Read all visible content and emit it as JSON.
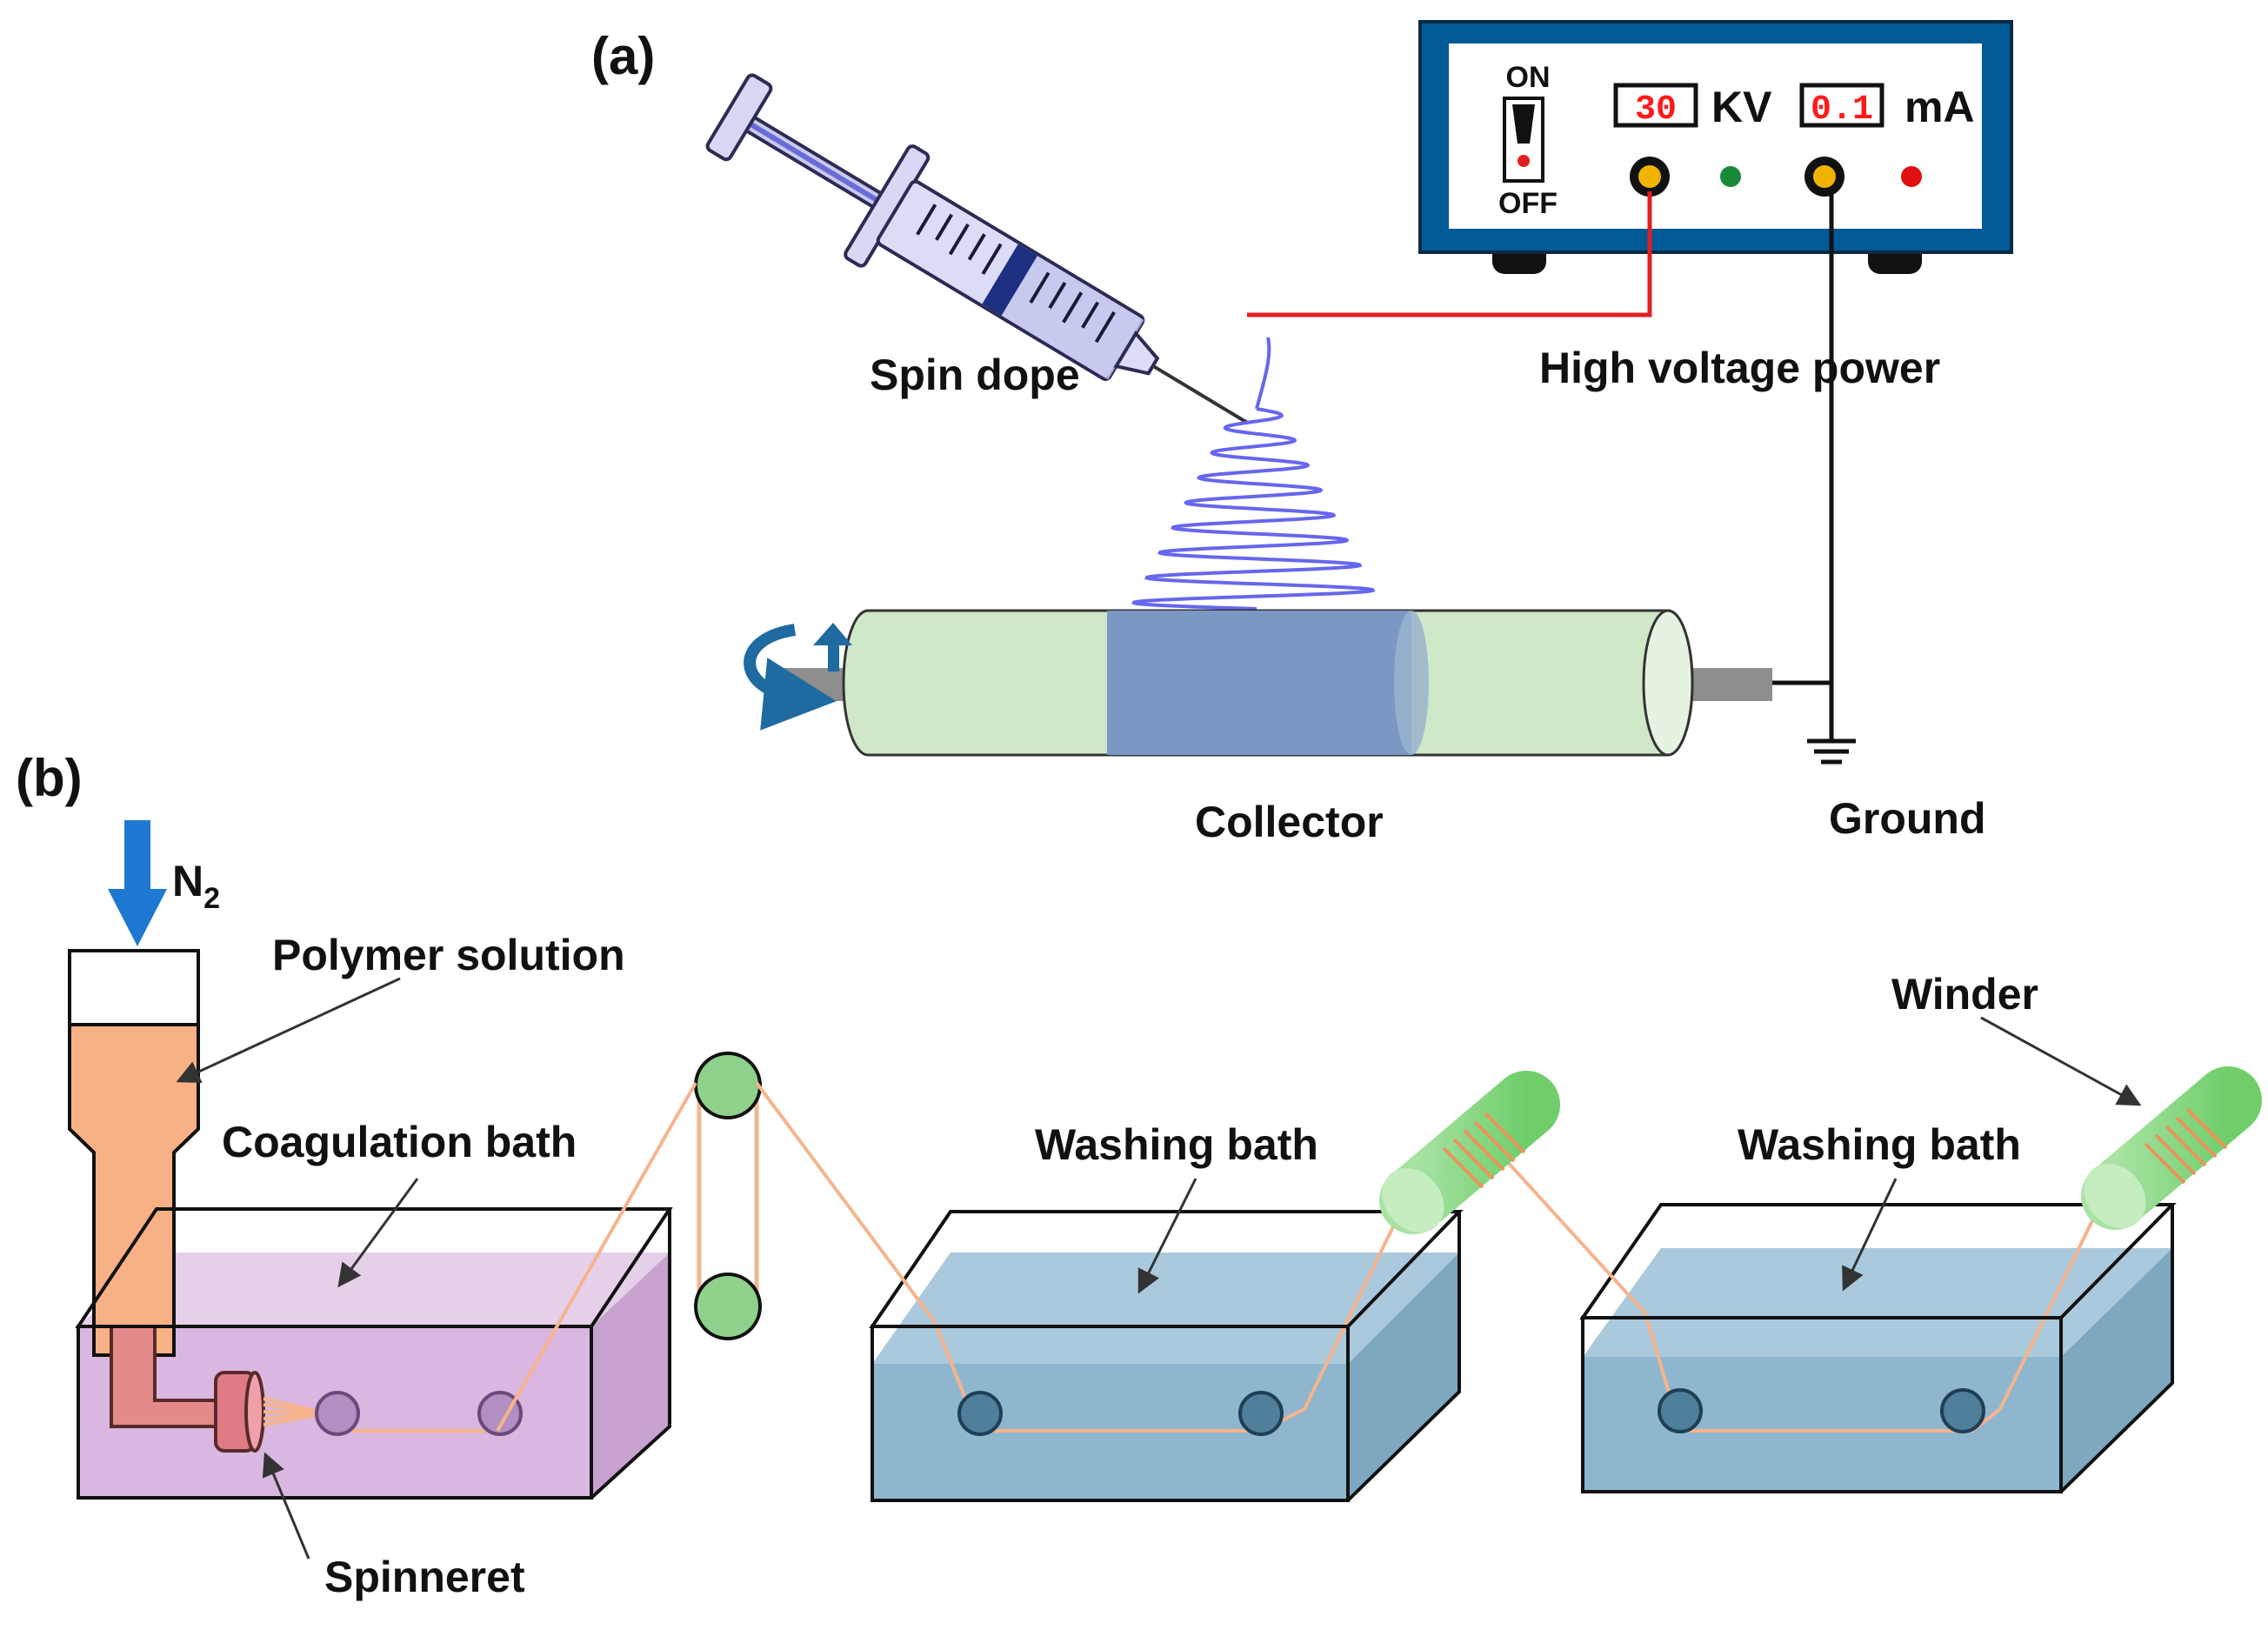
{
  "panel_a": {
    "label": "(a)",
    "spin_dope": "Spin dope",
    "power": {
      "label": "High voltage power",
      "switch_on": "ON",
      "switch_off": "OFF",
      "voltage_value": "30",
      "voltage_unit": "KV",
      "current_value": "0.1",
      "current_unit": "mA"
    },
    "collector": "Collector",
    "ground": "Ground"
  },
  "panel_b": {
    "label": "(b)",
    "gas": "N",
    "gas_subscript": "2",
    "polymer_solution": "Polymer solution",
    "coagulation_bath": "Coagulation bath",
    "spinneret": "Spinneret",
    "washing_bath_1": "Washing bath",
    "washing_bath_2": "Washing bath",
    "winder": "Winder"
  },
  "colors": {
    "power_box": "#005a96",
    "wire_live": "#e01f1f",
    "jet": "#6666ee",
    "collector_body": "#cfe8c8",
    "collector_band": "#7b97c4",
    "polymer": "#f8b185",
    "coagulation": "#d7b3df",
    "washing": "#8fb6cf",
    "roller": "#8fd18a",
    "fiber": "#f6b48c",
    "n2_arrow": "#1e78d2"
  }
}
